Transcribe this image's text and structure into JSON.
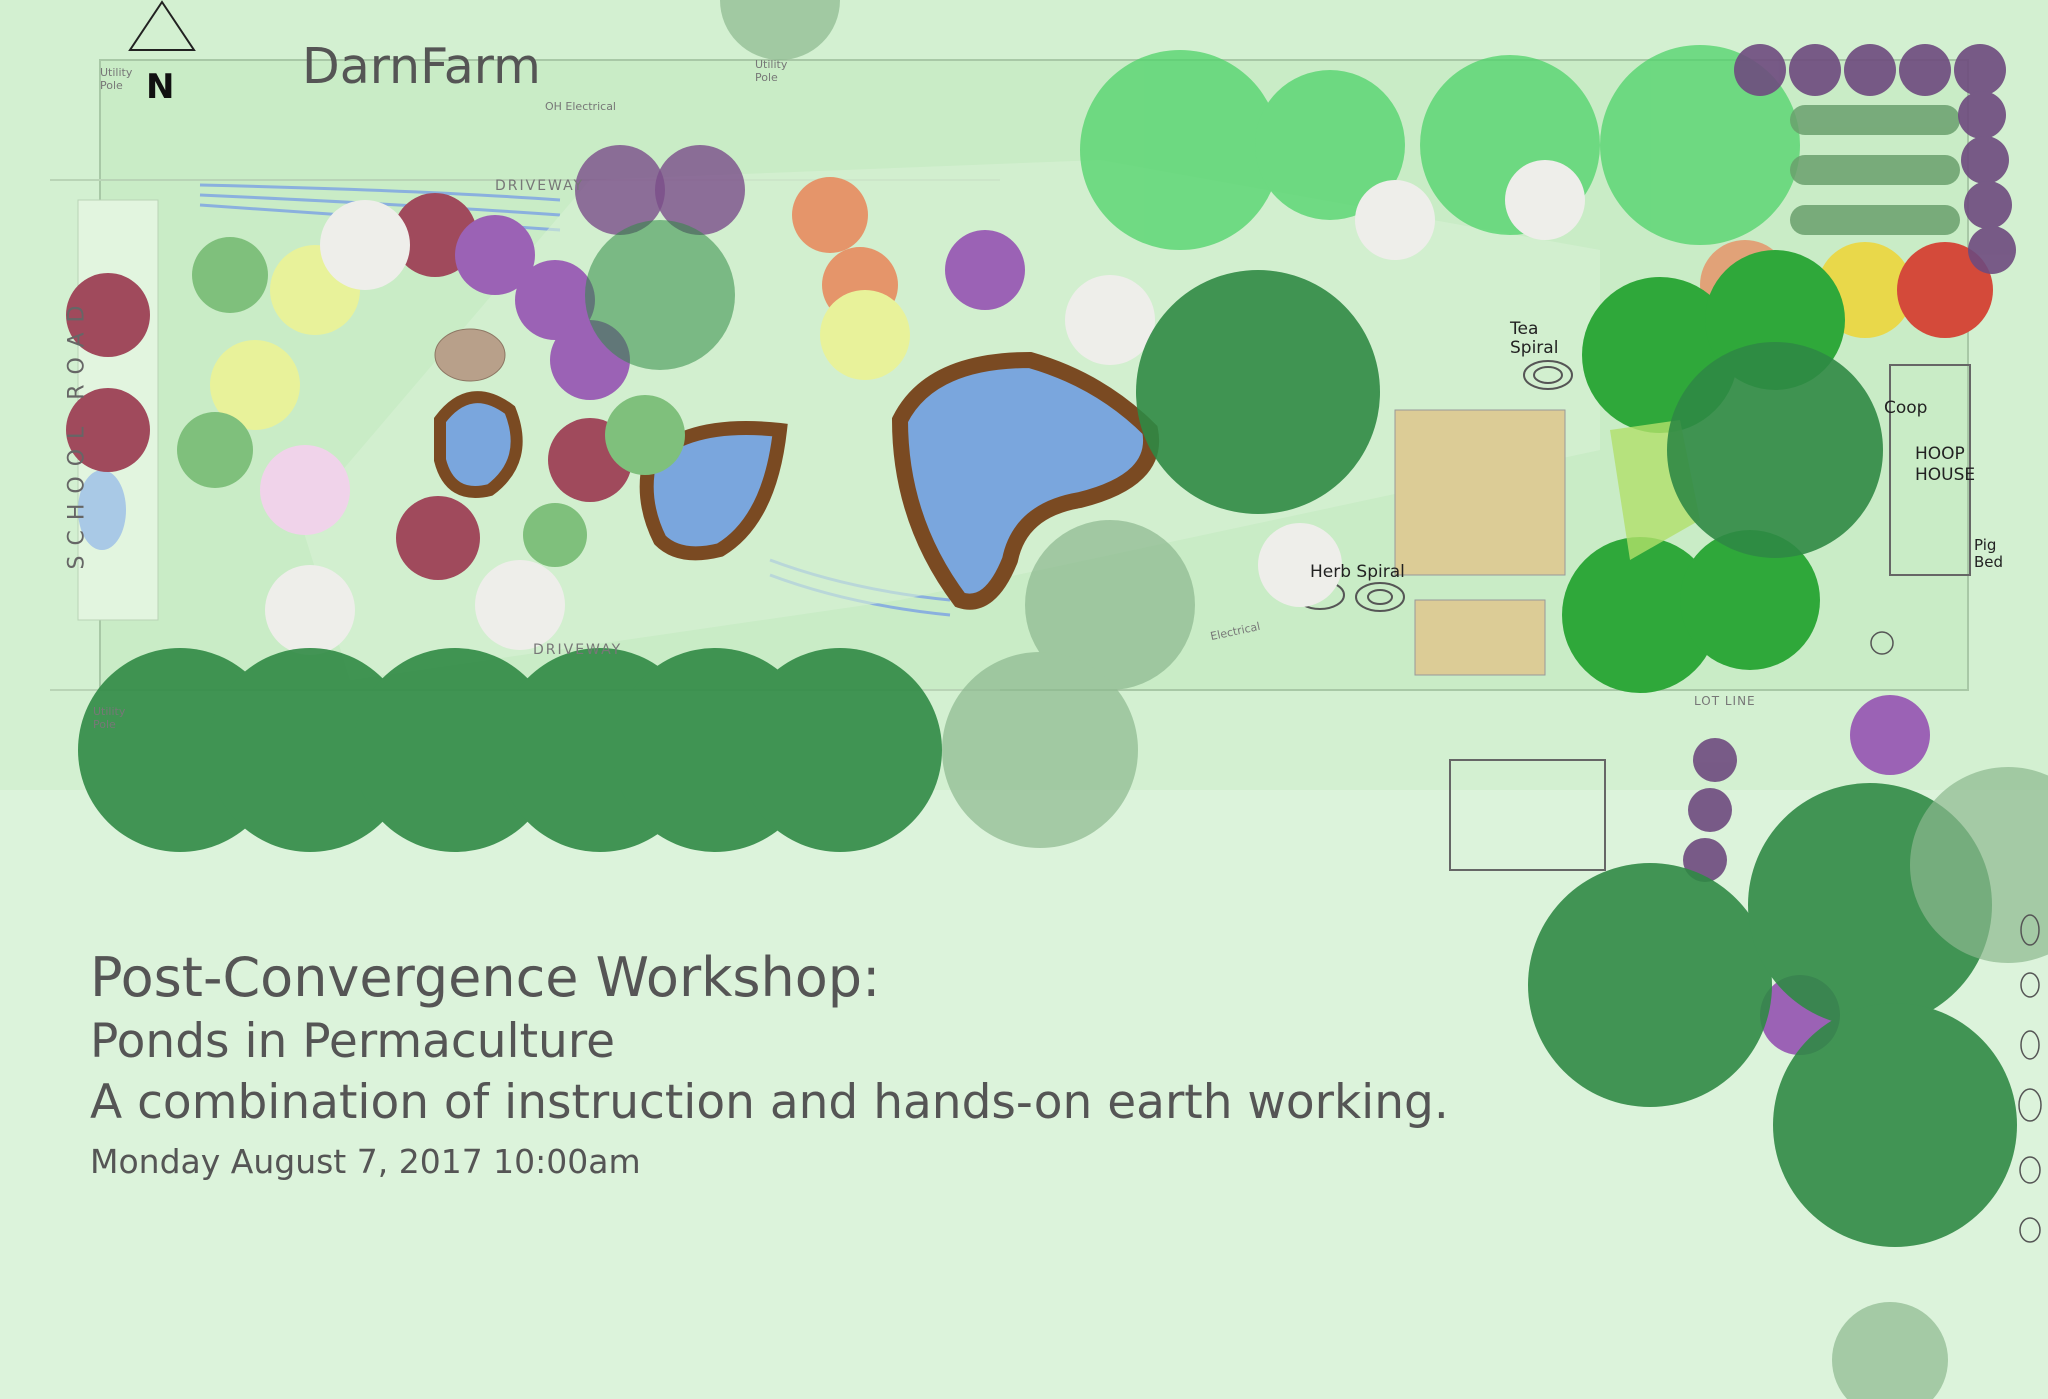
{
  "brand": "DarnFarm",
  "compass_letter": "N",
  "road_label": "SCHOOL ROAD",
  "title": "Post-Convergence Workshop:",
  "subtitle": "Ponds in Permaculture",
  "description": "A combination of instruction and hands-on earth working.",
  "date_time": "Monday August 7, 2017  10:00am",
  "map_labels": {
    "tea_spiral": "Tea Spiral",
    "herb_spiral": "Herb Spiral",
    "coop": "Coop",
    "hoop_house": "HOOP HOUSE",
    "pig_bed": "Pig Bed",
    "driveway_top": "DRIVEWAY",
    "driveway_bottom": "DRIVEWAY",
    "lot_line": "LOT LINE",
    "utility_pole_1": "Utility Pole",
    "utility_pole_2": "Utility Pole",
    "utility_pole_3": "Utility Pole",
    "electrical_1": "OH Electrical",
    "electrical_2": "Electrical"
  },
  "colors": {
    "background": "#dcf3db",
    "lot": "#c8eec6",
    "big_tree": "#2f8a45",
    "canopy_light": "#4fd36a",
    "pond_water": "#7aa6dd",
    "pond_bank": "#7a4a22",
    "house": "#dccc96",
    "purple_tree": "#9b62b5",
    "maroon_tree": "#a04a5c",
    "orange_tree": "#e5956a",
    "yellow_tree": "#e9d84a",
    "red_tree": "#d44a3a",
    "text": "#555555"
  }
}
